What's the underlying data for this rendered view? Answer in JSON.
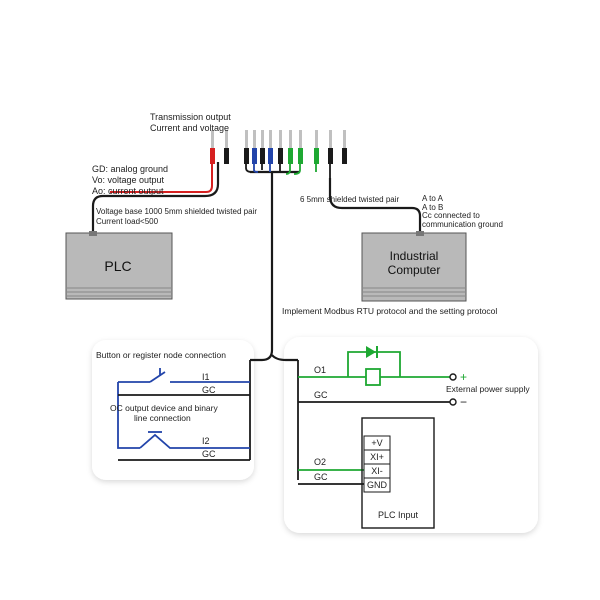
{
  "header": {
    "line1": "Transmission output",
    "line2": "Current and voltage"
  },
  "plc_labels": {
    "gd": "GD: analog ground",
    "vo": "Vo: voltage output",
    "ao": "Ao: current output",
    "wire_1": "Voltage base 1000 5mm shielded twisted pair",
    "wire_2": "Current load<500"
  },
  "plc_box": {
    "label": "PLC"
  },
  "computer_labels": {
    "wire": "6 5mm shielded twisted pair",
    "a": "A to A",
    "b": "A to B",
    "c1": "Cc connected to",
    "c2": "communication ground"
  },
  "computer_box": {
    "line1": "Industrial",
    "line2": "Computer"
  },
  "modbus_note": "Implement Modbus RTU protocol and the setting protocol",
  "left_panel": {
    "title": "Button or register node connection",
    "i1": "I1",
    "gc1": "GC",
    "note_1": "OC output device and binary",
    "note_2": "line connection",
    "i2": "I2",
    "gc2": "GC"
  },
  "right_panel": {
    "o1": "O1",
    "gc1": "GC",
    "plus": "+",
    "minus": "−",
    "ext_power": "External power supply",
    "o2": "O2",
    "gc2": "GC",
    "terminals": [
      "+V",
      "XI+",
      "XI-",
      "GND"
    ],
    "plc_input": "PLC Input"
  },
  "colors": {
    "black": "#1a1a1a",
    "red": "#d62020",
    "blue": "#2244aa",
    "green": "#1ea832",
    "box_fill": "#b9b9b9",
    "panel_fill": "#ffffff"
  }
}
